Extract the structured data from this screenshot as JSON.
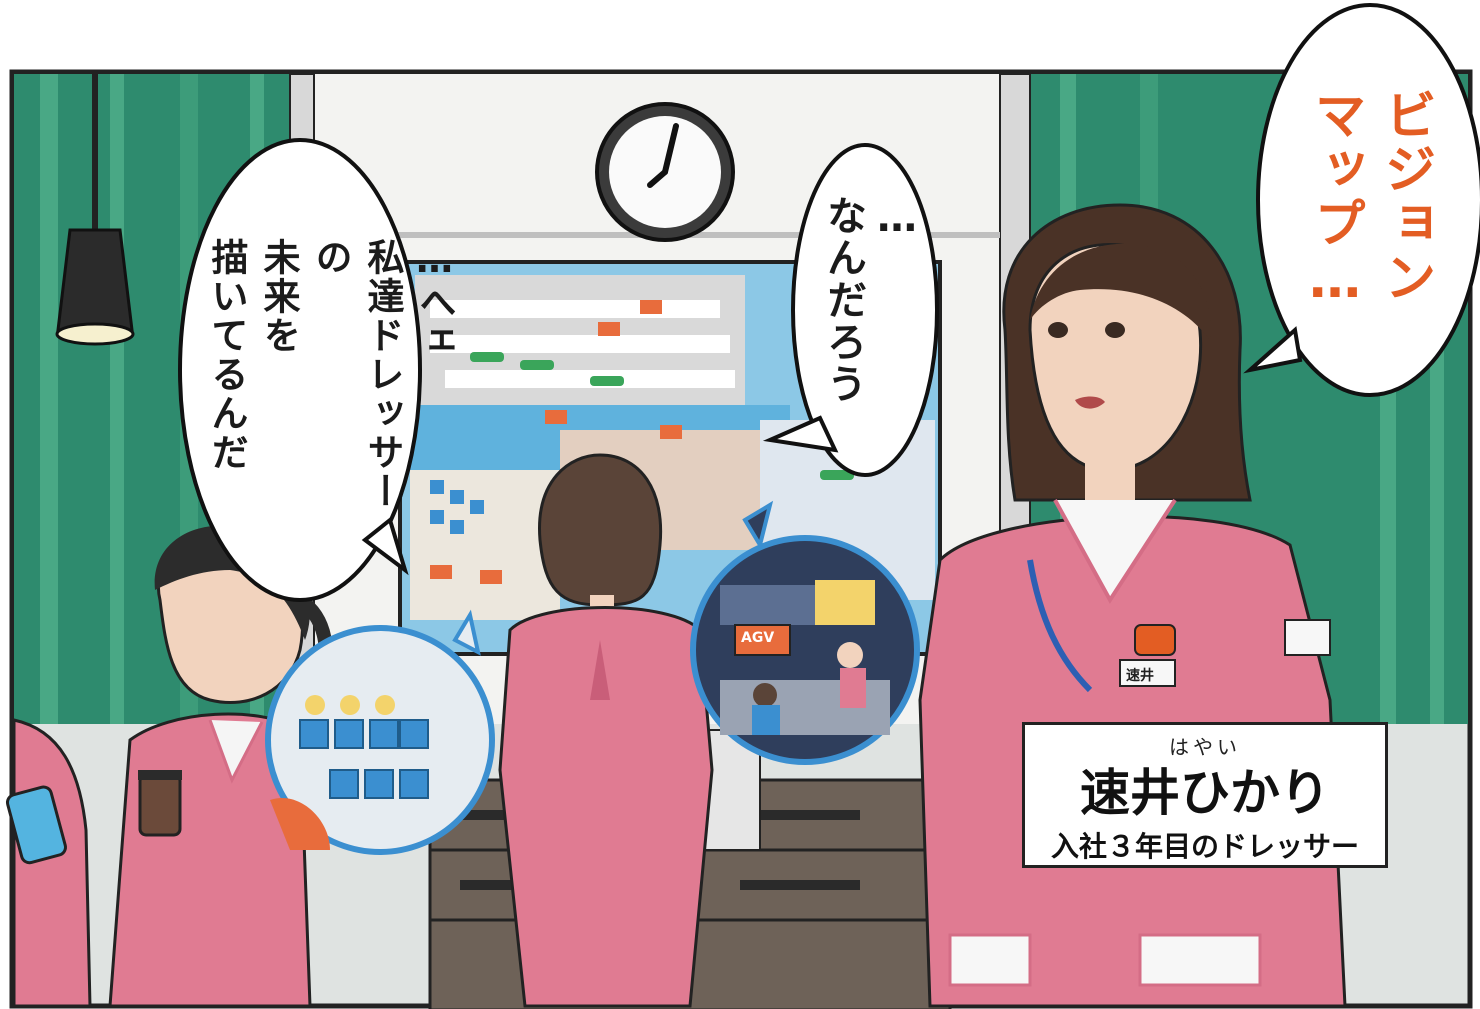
{
  "speech_bubbles": [
    {
      "id": "right",
      "lines": [
        "ビジョン",
        "マップ…"
      ],
      "color": "#e35d23"
    },
    {
      "id": "center",
      "lines": [
        "…",
        "なんだろう"
      ],
      "color": "#1b1b1b"
    },
    {
      "id": "left",
      "lines": [
        "…へェ",
        "私達ドレッサーの",
        "未来を",
        "描いてるんだ"
      ],
      "color": "#1b1b1b"
    }
  ],
  "poster_labels": [
    "AGV"
  ],
  "character_card": {
    "furigana": "はやい",
    "name": "速井ひかり",
    "description": "入社３年目のドレッサー"
  },
  "name_tag": "速井",
  "colors": {
    "wall_green": "#2e8b6e",
    "uniform_pink": "#e07b92",
    "accent_orange": "#e35d23",
    "outline": "#222222"
  }
}
